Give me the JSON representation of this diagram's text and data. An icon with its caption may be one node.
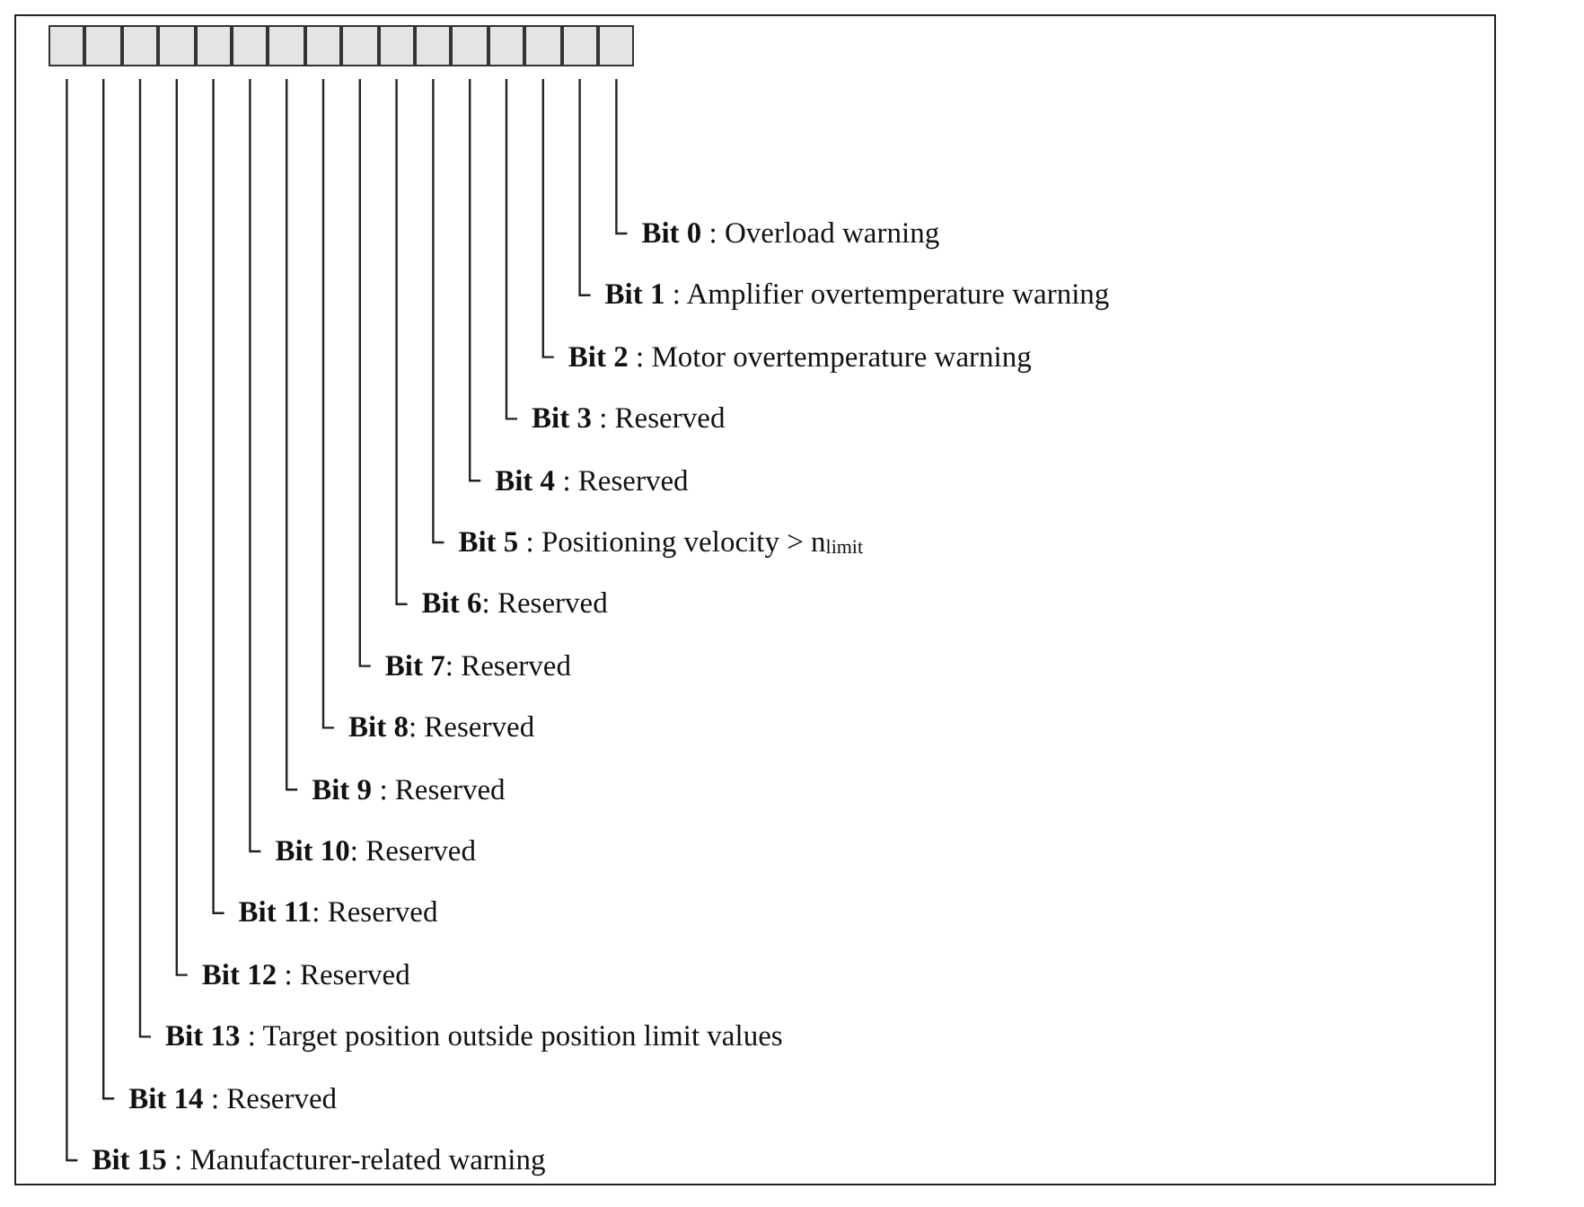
{
  "diagram": {
    "nodes": [
      {
        "text": [],
        "shape": "box"
      },
      {
        "text": [],
        "shape": "box"
      },
      {
        "text": [],
        "shape": "box"
      },
      {
        "text": [],
        "shape": "box"
      },
      {
        "text": [],
        "shape": "box"
      },
      {
        "text": [],
        "shape": "box"
      },
      {
        "text": [],
        "shape": "box"
      },
      {
        "text": [],
        "shape": "box"
      },
      {
        "text": [],
        "shape": "box"
      },
      {
        "text": [],
        "shape": "box"
      },
      {
        "text": [],
        "shape": "box"
      },
      {
        "text": [],
        "shape": "box"
      },
      {
        "text": [],
        "shape": "box"
      },
      {
        "text": [],
        "shape": "box"
      },
      {
        "text": [],
        "shape": "box"
      },
      {
        "text": [],
        "shape": "box"
      },
      {
        "text": [
          "**Bit 0** : Overload warning"
        ]
      },
      {
        "text": [
          "**Bit 1** : Amplifier overtemperature warning"
        ]
      },
      {
        "text": [
          "**Bit 2** : Motor overtemperature warning"
        ]
      },
      {
        "text": [
          "**Bit 3** : Reserved"
        ]
      },
      {
        "text": [
          "**Bit 4** : Reserved"
        ]
      },
      {
        "text": [
          "**Bit 5** : Positioning velocity > n$_{limit}$"
        ]
      },
      {
        "text": [
          "**Bit 6**: Reserved"
        ]
      },
      {
        "text": [
          "**Bit 7**: Reserved"
        ]
      },
      {
        "text": [
          "**Bit 8**: Reserved"
        ]
      },
      {
        "text": [
          "**Bit 9** : Reserved"
        ]
      },
      {
        "text": [
          "**Bit 10**: Reserved"
        ]
      },
      {
        "text": [
          "**Bit 11**: Reserved"
        ]
      },
      {
        "text": [
          "**Bit 12** : Reserved"
        ]
      },
      {
        "text": [
          "**Bit 13** : Target position outside position limit values"
        ]
      },
      {
        "text": [
          "**Bit 14** : Reserved"
        ]
      },
      {
        "text": [
          "**Bit 15** : Manufacturer-related warning"
        ]
      }
    ],
    "edges": [
      {
        "from": 16,
        "to": 15,
        "arrow": "none"
      },
      {
        "from": 17,
        "to": 14,
        "arrow": "none"
      },
      {
        "from": 18,
        "to": 13,
        "arrow": "none"
      },
      {
        "from": 19,
        "to": 12,
        "arrow": "none"
      },
      {
        "from": 20,
        "to": 11,
        "arrow": "none"
      },
      {
        "from": 21,
        "to": 10,
        "arrow": "none"
      },
      {
        "from": 22,
        "to": 9,
        "arrow": "none"
      },
      {
        "from": 23,
        "to": 8,
        "arrow": "none"
      },
      {
        "from": 24,
        "to": 7,
        "arrow": "none"
      },
      {
        "from": 25,
        "to": 6,
        "arrow": "none"
      },
      {
        "from": 26,
        "to": 5,
        "arrow": "none"
      },
      {
        "from": 27,
        "to": 4,
        "arrow": "none"
      },
      {
        "from": 28,
        "to": 3,
        "arrow": "none"
      },
      {
        "from": 29,
        "to": 2,
        "arrow": "none"
      },
      {
        "from": 30,
        "to": 1,
        "arrow": "none"
      },
      {
        "from": 31,
        "to": 0,
        "arrow": "none"
      }
    ]
  }
}
